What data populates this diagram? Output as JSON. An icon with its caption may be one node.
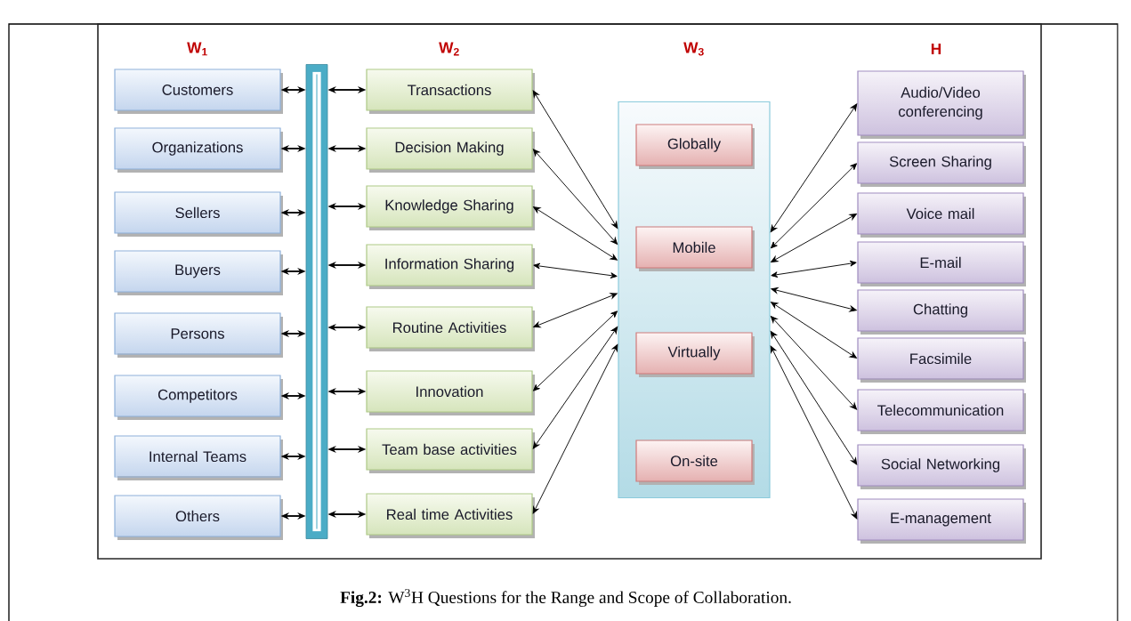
{
  "diagram": {
    "caption": "**Fig.2:** W$^{3}$H Questions for the Range and Scope of Collaboration.",
    "nodes": [
      {
        "text": [
          "Customers"
        ]
      },
      {
        "text": [
          "Organizations"
        ]
      },
      {
        "text": [
          "Sellers"
        ]
      },
      {
        "text": [
          "Buyers"
        ]
      },
      {
        "text": [
          "Persons"
        ]
      },
      {
        "text": [
          "Competitors"
        ]
      },
      {
        "text": [
          "Internal Teams"
        ]
      },
      {
        "text": [
          "Others"
        ]
      },
      {
        "text": [],
        "shape": "bar"
      },
      {
        "text": [
          "Transactions"
        ]
      },
      {
        "text": [
          "Decision Making"
        ]
      },
      {
        "text": [
          "Knowledge Sharing"
        ]
      },
      {
        "text": [
          "Information Sharing"
        ]
      },
      {
        "text": [
          "Routine Activities"
        ]
      },
      {
        "text": [
          "Innovation"
        ]
      },
      {
        "text": [
          "Team base activities"
        ]
      },
      {
        "text": [
          "Real time Activities"
        ]
      },
      {
        "text": [],
        "shape": "box"
      },
      {
        "text": [
          "Globally"
        ],
        "in": 17
      },
      {
        "text": [
          "Mobile"
        ],
        "in": 17
      },
      {
        "text": [
          "Virtually"
        ],
        "in": 17
      },
      {
        "text": [
          "On-site"
        ],
        "in": 17
      },
      {
        "text": [
          "Audio/Video conferencing"
        ]
      },
      {
        "text": [
          "Screen Sharing"
        ]
      },
      {
        "text": [
          "Voice mail"
        ]
      },
      {
        "text": [
          "E-mail"
        ]
      },
      {
        "text": [
          "Chatting"
        ]
      },
      {
        "text": [
          "Facsimile"
        ]
      },
      {
        "text": [
          "Telecommunication"
        ]
      },
      {
        "text": [
          "Social Networking"
        ]
      },
      {
        "text": [
          "E-management"
        ]
      }
    ],
    "edges": [
      {
        "from": 0,
        "to": 8,
        "arrow": "both"
      },
      {
        "from": 1,
        "to": 8,
        "arrow": "both"
      },
      {
        "from": 2,
        "to": 8,
        "arrow": "both"
      },
      {
        "from": 3,
        "to": 8,
        "arrow": "both"
      },
      {
        "from": 4,
        "to": 8,
        "arrow": "both"
      },
      {
        "from": 5,
        "to": 8,
        "arrow": "both"
      },
      {
        "from": 6,
        "to": 8,
        "arrow": "both"
      },
      {
        "from": 7,
        "to": 8,
        "arrow": "both"
      },
      {
        "from": 8,
        "to": 9,
        "arrow": "both"
      },
      {
        "from": 8,
        "to": 10,
        "arrow": "both"
      },
      {
        "from": 8,
        "to": 11,
        "arrow": "both"
      },
      {
        "from": 8,
        "to": 12,
        "arrow": "both"
      },
      {
        "from": 8,
        "to": 13,
        "arrow": "both"
      },
      {
        "from": 8,
        "to": 14,
        "arrow": "both"
      },
      {
        "from": 8,
        "to": 15,
        "arrow": "both"
      },
      {
        "from": 8,
        "to": 16,
        "arrow": "both"
      },
      {
        "from": 9,
        "to": 17,
        "arrow": "both"
      },
      {
        "from": 10,
        "to": 17,
        "arrow": "both"
      },
      {
        "from": 11,
        "to": 17,
        "arrow": "both"
      },
      {
        "from": 12,
        "to": 17,
        "arrow": "both"
      },
      {
        "from": 13,
        "to": 17,
        "arrow": "both"
      },
      {
        "from": 14,
        "to": 17,
        "arrow": "both"
      },
      {
        "from": 15,
        "to": 17,
        "arrow": "both"
      },
      {
        "from": 16,
        "to": 17,
        "arrow": "both"
      },
      {
        "from": 17,
        "to": 22,
        "arrow": "both"
      },
      {
        "from": 17,
        "to": 23,
        "arrow": "both"
      },
      {
        "from": 17,
        "to": 24,
        "arrow": "both"
      },
      {
        "from": 17,
        "to": 25,
        "arrow": "both"
      },
      {
        "from": 17,
        "to": 26,
        "arrow": "both"
      },
      {
        "from": 17,
        "to": 27,
        "arrow": "both"
      },
      {
        "from": 17,
        "to": 28,
        "arrow": "both"
      },
      {
        "from": 17,
        "to": 29,
        "arrow": "both"
      },
      {
        "from": 17,
        "to": 30,
        "arrow": "both"
      }
    ],
    "labels": [
      "W$_{1}$",
      "W$_{2}$",
      "W$_{3}$",
      "H"
    ]
  }
}
